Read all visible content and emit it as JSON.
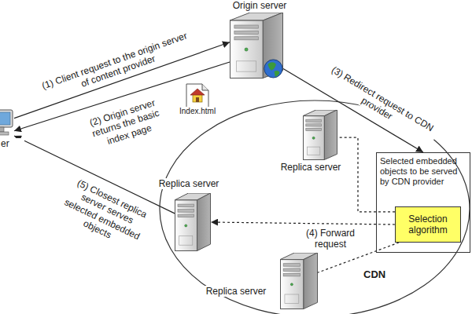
{
  "diagram": {
    "nodes": [
      {
        "text": [
          "Origin server"
        ]
      },
      {
        "text": [
          "er"
        ]
      },
      {
        "text": [
          "Index.html"
        ]
      },
      {
        "text": [
          "CDN"
        ]
      },
      {
        "text": [
          "Replica server"
        ],
        "in": 3
      },
      {
        "text": [
          "Replica server"
        ],
        "in": 3
      },
      {
        "text": [
          "Replica server"
        ],
        "in": 3
      },
      {
        "text": [
          "Selected embedded objects to be served by CDN provider"
        ]
      },
      {
        "text": [
          "Selection algorithm"
        ],
        "in": 7
      }
    ],
    "edges": [
      {
        "from": 1,
        "to": 0,
        "arrow": "to",
        "label": "(1) Client request to the origin server of content provider"
      },
      {
        "from": 0,
        "to": 1,
        "arrow": "to",
        "label": "(2) Origin server returns the basic index page"
      },
      {
        "from": 0,
        "to": 7,
        "arrow": "to",
        "label": "(3) Redirect request to CDN provider"
      },
      {
        "from": 8,
        "to": 5,
        "arrow": "to",
        "label": "(4) Forward request"
      },
      {
        "from": 8,
        "to": 4,
        "arrow": "none"
      },
      {
        "from": 8,
        "to": 6,
        "arrow": "none"
      },
      {
        "from": 5,
        "to": 1,
        "arrow": "to",
        "label": "(5) Closest replica server serves selected embedded objects"
      }
    ]
  }
}
